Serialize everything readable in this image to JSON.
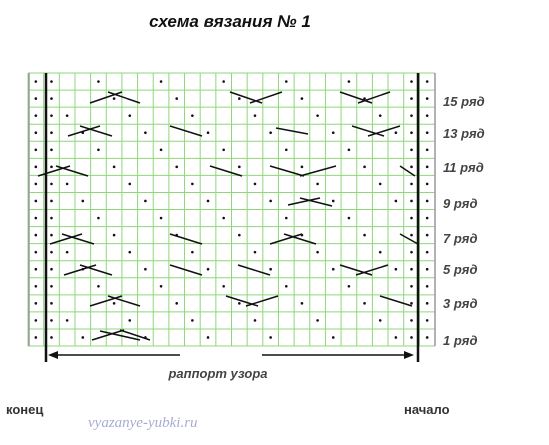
{
  "title": "схема вязания № 1",
  "row_labels": [
    "15 ряд",
    "13 ряд",
    "11 ряд",
    "9 ряд",
    "7 ряд",
    "5 ряд",
    "3 ряд",
    "1 ряд"
  ],
  "repeat_label": "раппорт узора",
  "end_label": "конец",
  "start_label": "начало",
  "watermark": "vyazanye-yubki.ru",
  "colors": {
    "grid": "#8fd67c",
    "line": "#111111",
    "label": "#444444",
    "watermark": "#a8acd2"
  }
}
